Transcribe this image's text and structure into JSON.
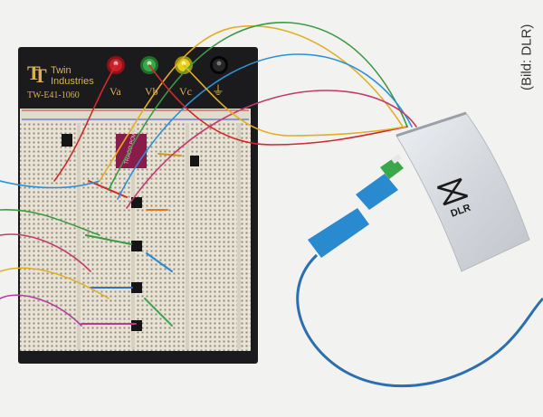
{
  "photo": {
    "brand_line1": "Twin",
    "brand_line2": "Industries",
    "model": "TW-E41-1060",
    "post_labels": [
      "Va",
      "Vb",
      "Vc"
    ],
    "ground_symbol": "⏚",
    "chip_label": "TRACO POWER",
    "sensor_logo_text": "DLR",
    "credit": "(Bild: DLR)"
  },
  "colors": {
    "board": "#1b1b1d",
    "breadboard": "#e8e3d5",
    "brand": "#d9b24a",
    "post_red": "#c8202a",
    "post_green": "#3aa84a",
    "post_yellow": "#e3d31c",
    "post_black": "#141414",
    "chip": "#8a1c4c",
    "cable": "#2c6fb0",
    "connector": "#2a8ad0",
    "pouch": "#d8dade"
  }
}
